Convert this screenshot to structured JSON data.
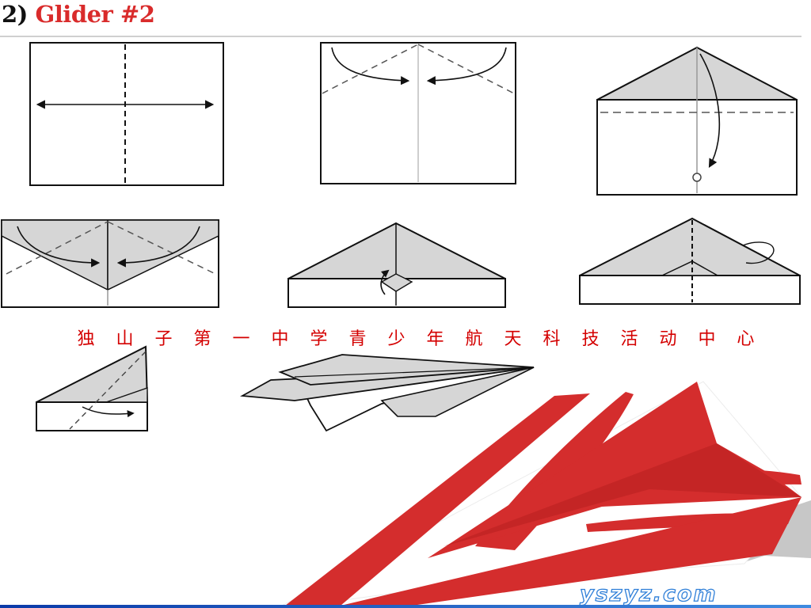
{
  "header": {
    "step_number": "2)",
    "title": "Glider #2"
  },
  "subtitle": "独 山 子 第 一 中 学 青 少 年 航 天 科 技 活 动 中 心",
  "watermark": "yszyz.com",
  "icons": {
    "arrow_marker": "arrowhead",
    "fold_direction": "curved-arrow"
  },
  "colors": {
    "title_red": "#d92b2b",
    "subtitle_red": "#d40000",
    "paper_fold_gray": "#d6d6d6",
    "decor_red": "#d42d2d",
    "watermark_blue": "#2f7fd8",
    "bar_blue": "#0b3aa8"
  }
}
